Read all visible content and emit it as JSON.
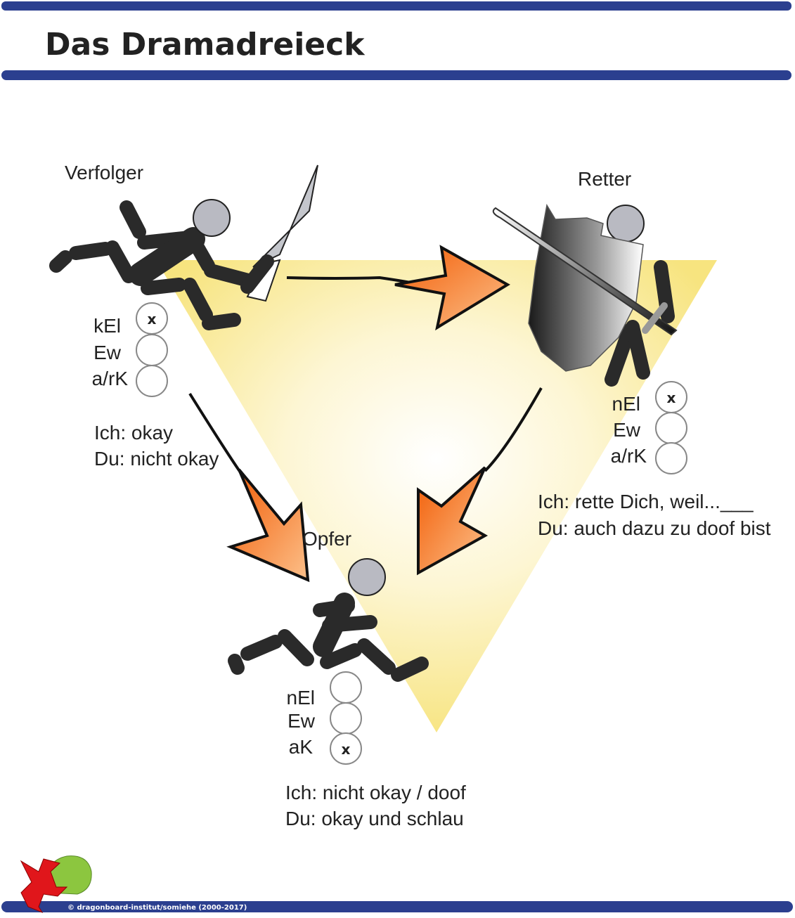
{
  "title": "Das Dramadreieck",
  "footer": "© dragonboard-institut/somiehe (2000-2017)",
  "colors": {
    "bar": "#2b3f8f",
    "triangle": "#f7e68a",
    "arrow": "#f26a10"
  },
  "roles": {
    "verfolger": {
      "label": "Verfolger",
      "states": [
        {
          "label": "kEl",
          "mark": "x"
        },
        {
          "label": "Ew",
          "mark": ""
        },
        {
          "label": "a/rK",
          "mark": ""
        }
      ],
      "line1": "Ich: okay",
      "line2": "Du: nicht okay"
    },
    "retter": {
      "label": "Retter",
      "states": [
        {
          "label": "nEl",
          "mark": "x"
        },
        {
          "label": "Ew",
          "mark": ""
        },
        {
          "label": "a/rK",
          "mark": ""
        }
      ],
      "line1": "Ich: rette Dich, weil...___",
      "line2": "Du: auch dazu zu doof bist"
    },
    "opfer": {
      "label": "Opfer",
      "states": [
        {
          "label": "nEl",
          "mark": ""
        },
        {
          "label": "Ew",
          "mark": ""
        },
        {
          "label": "aK",
          "mark": "x"
        }
      ],
      "line1": "Ich: nicht okay / doof",
      "line2": "Du: okay und schlau"
    }
  }
}
